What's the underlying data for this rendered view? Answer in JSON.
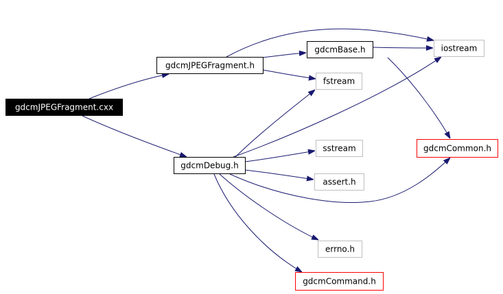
{
  "colors": {
    "edge": "#191970",
    "root_fill": "#000000",
    "root_text": "#ffffff",
    "default_fill": "#ffffff",
    "default_border": "#000000",
    "system_border": "#bfbfbf",
    "highlight_border": "#ff0000",
    "text": "#000000"
  },
  "nodes": [
    {
      "id": "gdcmJPEGFragment_cxx",
      "label": "gdcmJPEGFragment.cxx",
      "style": "root"
    },
    {
      "id": "gdcmJPEGFragment_h",
      "label": "gdcmJPEGFragment.h",
      "style": "default"
    },
    {
      "id": "gdcmBase_h",
      "label": "gdcmBase.h",
      "style": "default"
    },
    {
      "id": "iostream",
      "label": "iostream",
      "style": "system"
    },
    {
      "id": "fstream",
      "label": "fstream",
      "style": "system"
    },
    {
      "id": "gdcmCommon_h",
      "label": "gdcmCommon.h",
      "style": "highlight"
    },
    {
      "id": "gdcmDebug_h",
      "label": "gdcmDebug.h",
      "style": "default"
    },
    {
      "id": "sstream",
      "label": "sstream",
      "style": "system"
    },
    {
      "id": "assert_h",
      "label": "assert.h",
      "style": "system"
    },
    {
      "id": "errno_h",
      "label": "errno.h",
      "style": "system"
    },
    {
      "id": "gdcmCommand_h",
      "label": "gdcmCommand.h",
      "style": "highlight"
    }
  ],
  "edges": [
    {
      "from": "gdcmJPEGFragment_cxx",
      "to": "gdcmJPEGFragment_h"
    },
    {
      "from": "gdcmJPEGFragment_cxx",
      "to": "gdcmDebug_h"
    },
    {
      "from": "gdcmJPEGFragment_h",
      "to": "gdcmBase_h"
    },
    {
      "from": "gdcmJPEGFragment_h",
      "to": "iostream"
    },
    {
      "from": "gdcmJPEGFragment_h",
      "to": "fstream"
    },
    {
      "from": "gdcmBase_h",
      "to": "iostream"
    },
    {
      "from": "gdcmBase_h",
      "to": "gdcmCommon_h"
    },
    {
      "from": "gdcmDebug_h",
      "to": "fstream"
    },
    {
      "from": "gdcmDebug_h",
      "to": "iostream"
    },
    {
      "from": "gdcmDebug_h",
      "to": "sstream"
    },
    {
      "from": "gdcmDebug_h",
      "to": "assert_h"
    },
    {
      "from": "gdcmDebug_h",
      "to": "gdcmCommon_h"
    },
    {
      "from": "gdcmDebug_h",
      "to": "errno_h"
    },
    {
      "from": "gdcmDebug_h",
      "to": "gdcmCommand_h"
    }
  ]
}
